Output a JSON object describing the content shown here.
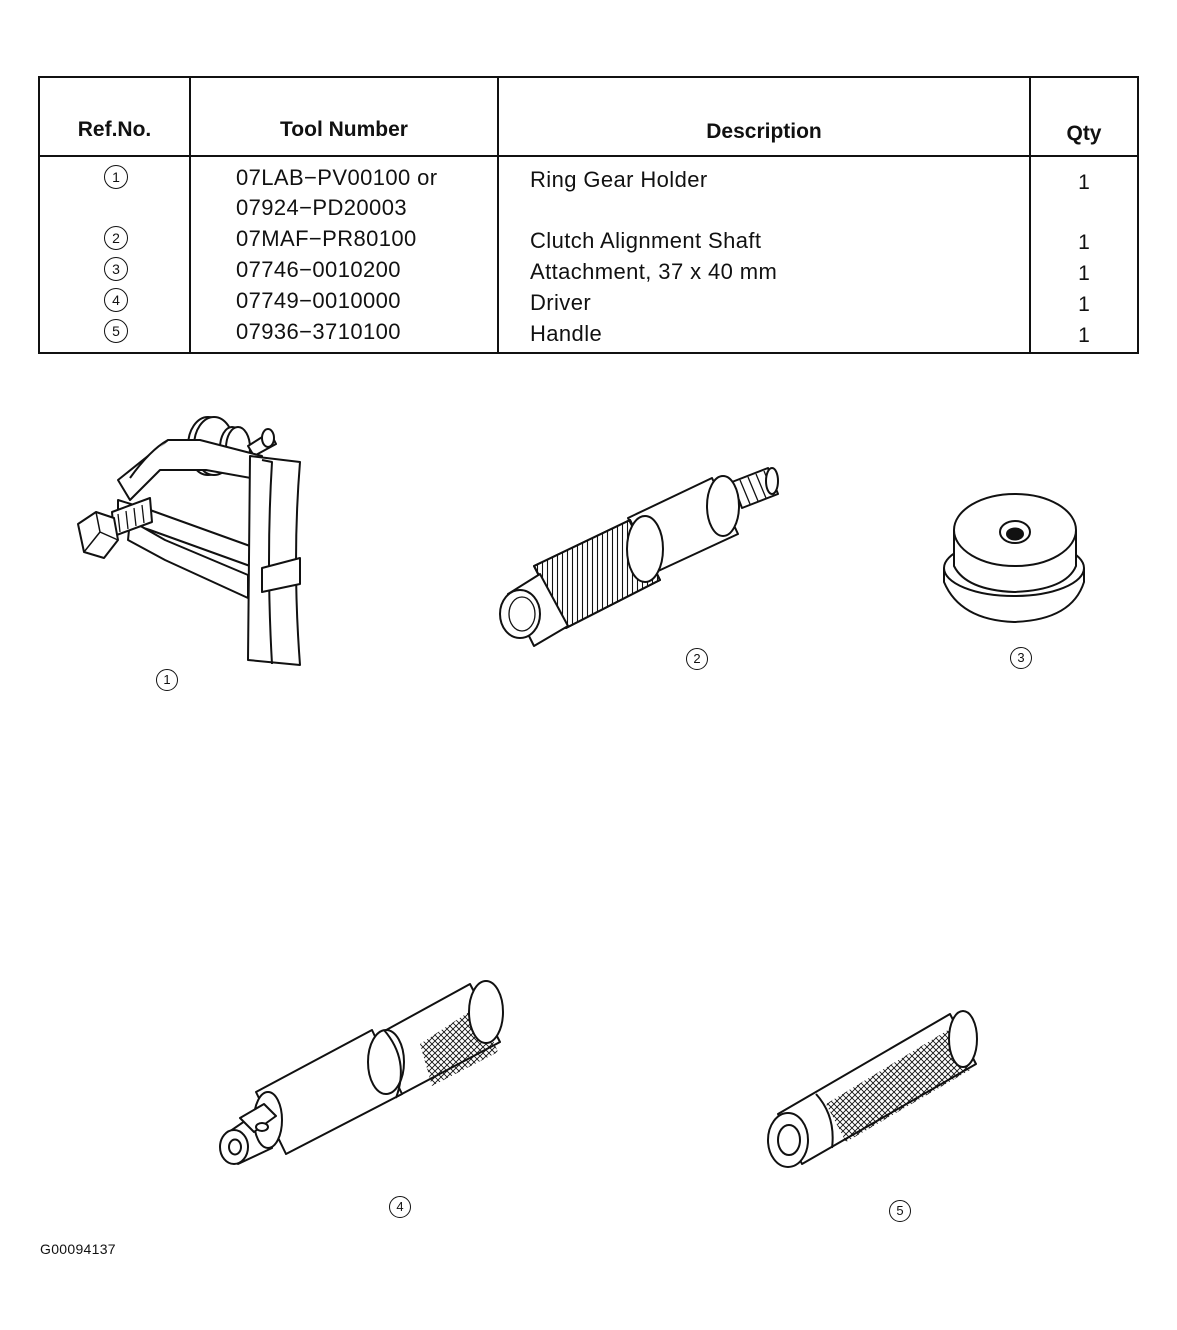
{
  "table": {
    "headers": {
      "ref": "Ref.No.",
      "tool": "Tool Number",
      "desc": "Description",
      "qty": "Qty"
    },
    "rows": [
      {
        "ref": "1",
        "tool": [
          "07LAB−PV00100 or",
          "07924−PD20003"
        ],
        "desc": "Ring Gear Holder",
        "qty": "1"
      },
      {
        "ref": "2",
        "tool": [
          "07MAF−PR80100"
        ],
        "desc": "Clutch Alignment Shaft",
        "qty": "1"
      },
      {
        "ref": "3",
        "tool": [
          "07746−0010200"
        ],
        "desc": "Attachment, 37 x 40 mm",
        "qty": "1"
      },
      {
        "ref": "4",
        "tool": [
          "07749−0010000"
        ],
        "desc": "Driver",
        "qty": "1"
      },
      {
        "ref": "5",
        "tool": [
          "07936−3710100"
        ],
        "desc": "Handle",
        "qty": "1"
      }
    ]
  },
  "callouts": [
    "1",
    "2",
    "3",
    "4",
    "5"
  ],
  "figure_id": "G00094137"
}
